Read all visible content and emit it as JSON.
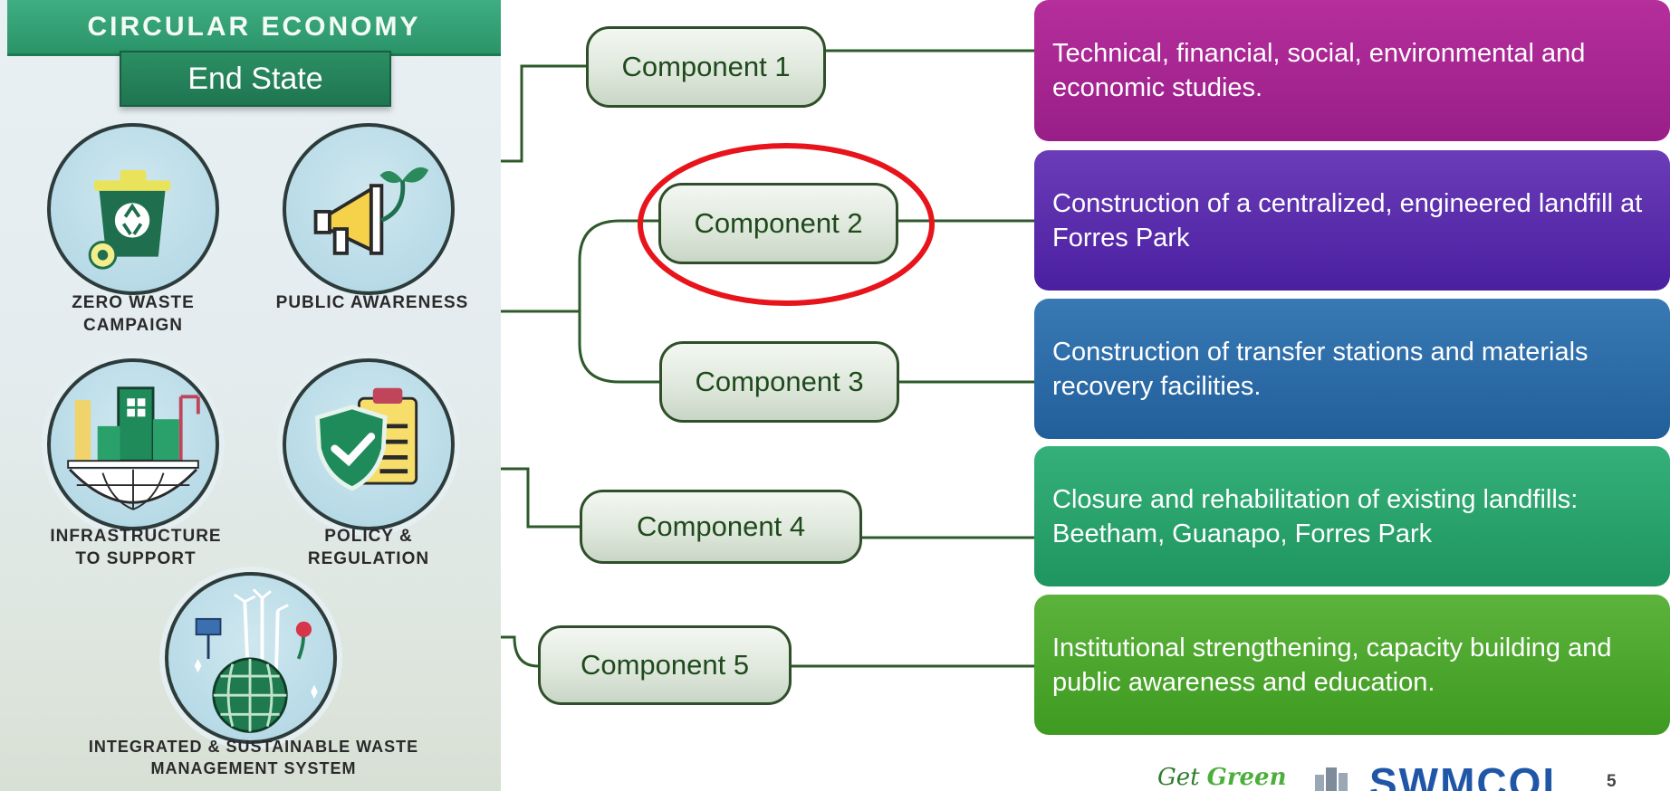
{
  "infographic": {
    "banner": "CIRCULAR ECONOMY",
    "subtitle": "End State",
    "items": [
      {
        "label_line1": "ZERO WASTE",
        "label_line2": "CAMPAIGN",
        "icon": "recycling-bin-icon"
      },
      {
        "label_line1": "PUBLIC AWARENESS",
        "label_line2": "",
        "icon": "megaphone-sprout-icon"
      },
      {
        "label_line1": "INFRASTRUCTURE",
        "label_line2": "TO SUPPORT",
        "icon": "factory-globe-icon"
      },
      {
        "label_line1": "POLICY &",
        "label_line2": "REGULATION",
        "icon": "shield-checklist-icon"
      },
      {
        "label_line1": "INTEGRATED & SUSTAINABLE WASTE",
        "label_line2": "MANAGEMENT SYSTEM",
        "icon": "green-globe-icon"
      }
    ]
  },
  "components": [
    {
      "label": "Component 1",
      "description": "Technical, financial, social, environmental and economic studies.",
      "color": "#a8258f"
    },
    {
      "label": "Component 2",
      "description": "Construction  of a centralized, engineered landfill at Forres Park",
      "color": "#5a2dad",
      "highlighted": true
    },
    {
      "label": "Component 3",
      "description": "Construction of transfer stations and materials recovery facilities.",
      "color": "#2c6ca8"
    },
    {
      "label": "Component 4",
      "description": "Closure and rehabilitation of existing landfills:  Beetham, Guanapo,  Forres Park",
      "color": "#2aa36d"
    },
    {
      "label": "Component 5",
      "description": "Institutional strengthening, capacity building and public awareness and education.",
      "color": "#4ea62e"
    }
  ],
  "highlight_color": "#e8141c",
  "connector_color": "#2e5a2a",
  "footer": {
    "logo_getgreen_1": "Get",
    "logo_getgreen_2": "Green",
    "logo_swmcol": "SWMCOL",
    "page_number": "5"
  }
}
